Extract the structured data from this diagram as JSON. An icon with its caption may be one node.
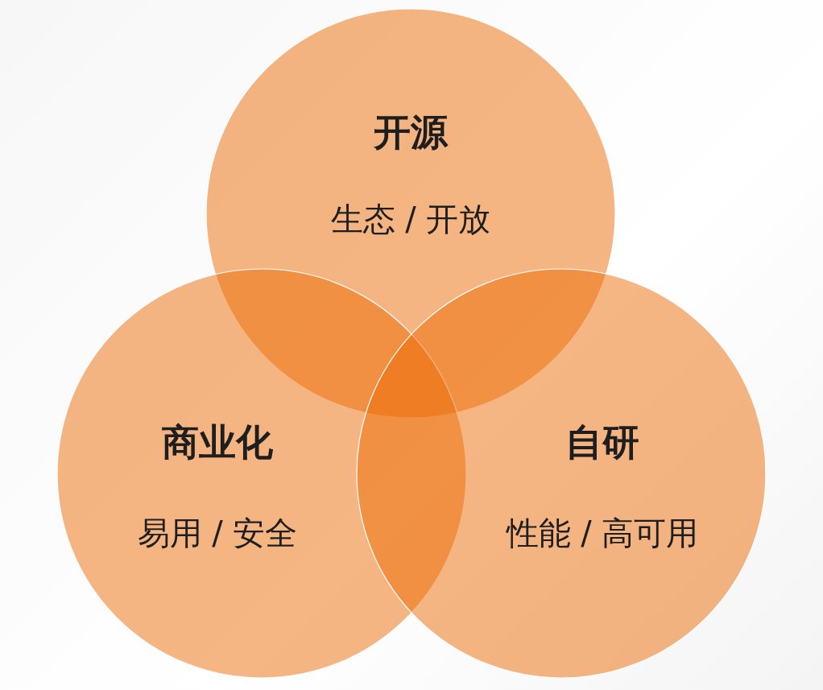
{
  "diagram": {
    "nodes": [
      {
        "text": [
          "开源",
          "生态 / 开放"
        ]
      },
      {
        "text": [
          "商业化",
          "易用 / 安全"
        ]
      },
      {
        "text": [
          "自研",
          "性能 / 高可用"
        ]
      }
    ]
  }
}
